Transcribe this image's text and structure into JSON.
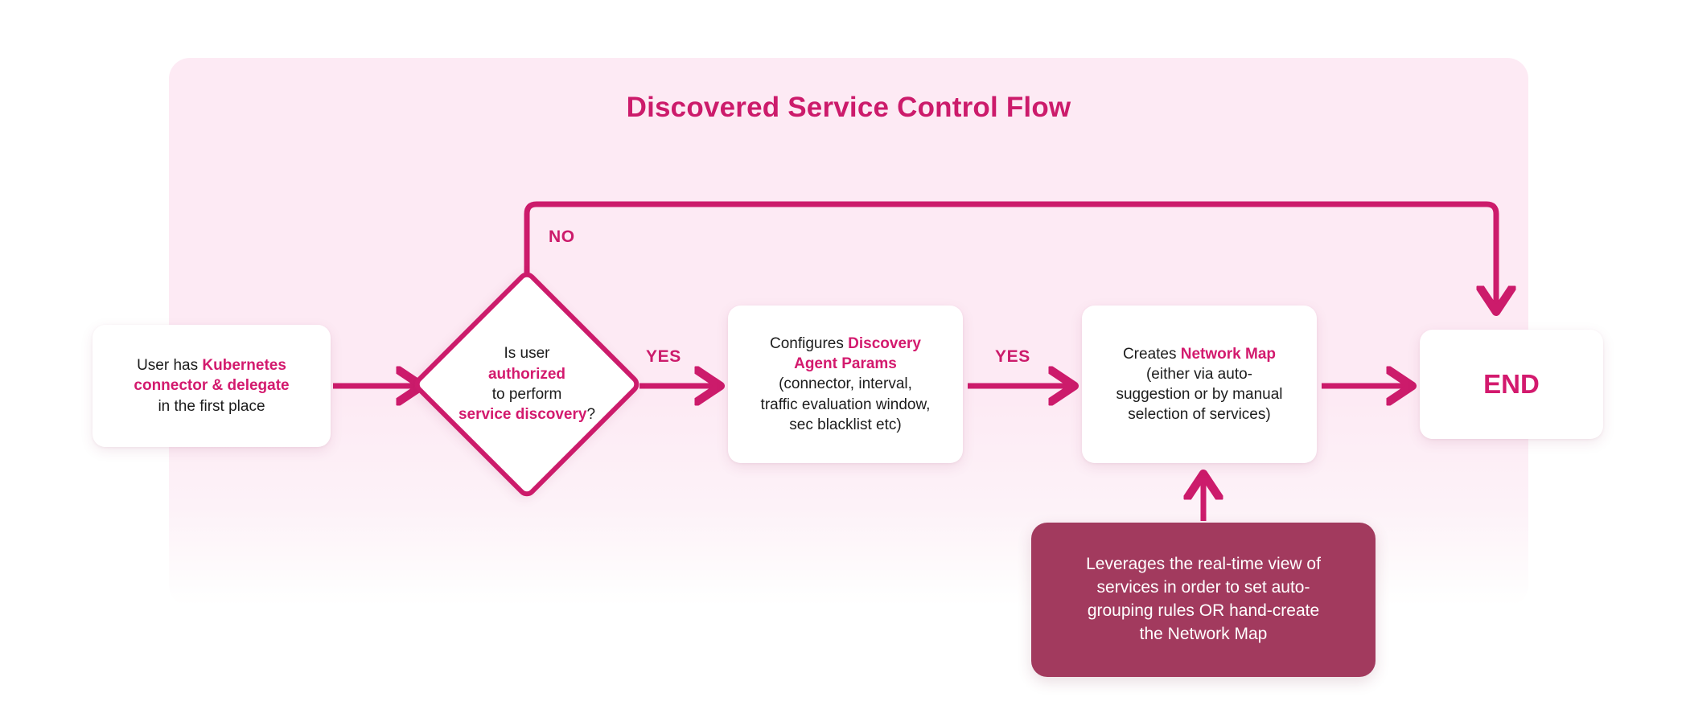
{
  "chart_data": {
    "type": "diagram",
    "title": "Discovered Service Control Flow",
    "nodes": [
      {
        "id": "start",
        "shape": "rounded-rect",
        "text": "User has Kubernetes connector & delegate in the first place"
      },
      {
        "id": "decision",
        "shape": "diamond",
        "text": "Is user authorized to perform service discovery?"
      },
      {
        "id": "config",
        "shape": "rounded-rect",
        "text": "Configures Discovery Agent Params (connector, interval, traffic evaluation window, sec blacklist etc)"
      },
      {
        "id": "map",
        "shape": "rounded-rect",
        "text": "Creates Network Map (either via auto-suggestion or by manual selection of services)"
      },
      {
        "id": "end",
        "shape": "rounded-rect",
        "text": "END"
      },
      {
        "id": "note",
        "shape": "rounded-rect-filled",
        "text": "Leverages the real-time view of services in order to set auto-grouping rules OR hand-create the Network Map"
      }
    ],
    "edges": [
      {
        "from": "start",
        "to": "decision",
        "label": ""
      },
      {
        "from": "decision",
        "to": "config",
        "label": "YES"
      },
      {
        "from": "decision",
        "to": "end",
        "label": "NO"
      },
      {
        "from": "config",
        "to": "map",
        "label": "YES"
      },
      {
        "from": "map",
        "to": "end",
        "label": ""
      },
      {
        "from": "note",
        "to": "map",
        "label": ""
      }
    ]
  },
  "panel": {
    "title": "Discovered Service Control Flow"
  },
  "nodes": {
    "start": {
      "line1_plain": "User has ",
      "line1_highlight": "Kubernetes",
      "line2_highlight": "connector & delegate",
      "line3_plain": "in the first place"
    },
    "decision": {
      "line1": "Is user",
      "line2_highlight": "authorized",
      "line3": "to perform",
      "line4_highlight": "service discovery",
      "line4_suffix": "?"
    },
    "config": {
      "line1_plain": "Configures ",
      "line1_highlight": "Discovery",
      "line2_highlight": "Agent Params",
      "line3": "(connector, interval,",
      "line4": "traffic evaluation window,",
      "line5": "sec blacklist etc)"
    },
    "map": {
      "line1_plain": "Creates ",
      "line1_highlight": "Network Map",
      "line2": "(either via auto-",
      "line3": "suggestion or by manual",
      "line4": "selection of services)"
    },
    "end": {
      "label": "END"
    },
    "note": {
      "line1": "Leverages the real-time view of",
      "line2": "services in order to set auto-",
      "line3": "grouping rules OR hand-create",
      "line4": "the Network Map"
    }
  },
  "edges": {
    "no_label": "NO",
    "yes_label_1": "YES",
    "yes_label_2": "YES"
  },
  "colors": {
    "accent": "#cc1b6b",
    "accent_text": "#d31a6e",
    "panel_bg": "#fdeaf4",
    "note_bg": "#a23a5e",
    "node_bg": "#ffffff",
    "body_text": "#1c1c1c",
    "page_bg": "#ffffff"
  }
}
